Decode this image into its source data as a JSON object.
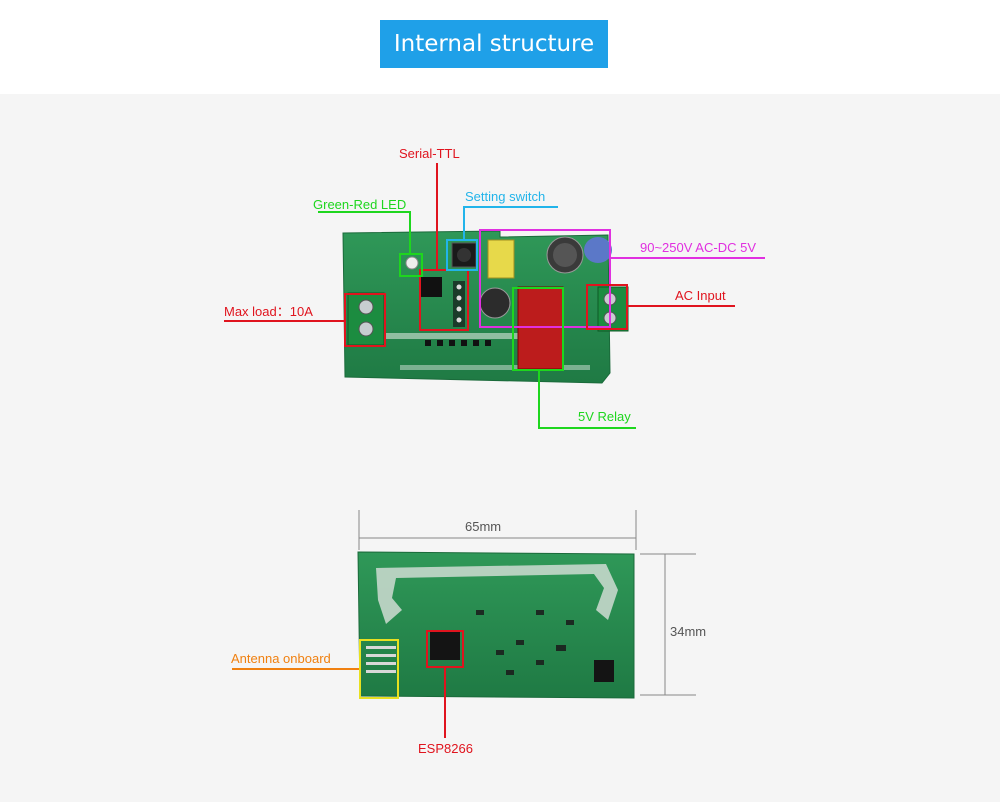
{
  "title": "Internal structure",
  "labels": {
    "serial_ttl": "Serial-TTL",
    "green_red_led": "Green-Red LED",
    "setting_switch": "Setting switch",
    "power_supply": "90~250V AC-DC 5V",
    "ac_input": "AC Input",
    "max_load": "Max load：10A",
    "relay": "5V Relay",
    "antenna": "Antenna onboard",
    "chip": "ESP8266"
  },
  "dimensions": {
    "width": "65mm",
    "height": "34mm"
  },
  "colors": {
    "title_bg": "#1fa0e8",
    "red": "#e0141e",
    "green": "#1ed61e",
    "cyan": "#22b4ea",
    "magenta": "#e030e0",
    "orange": "#f08010",
    "yellow": "#e8e020",
    "pcb_green": "#2a8a4e"
  }
}
